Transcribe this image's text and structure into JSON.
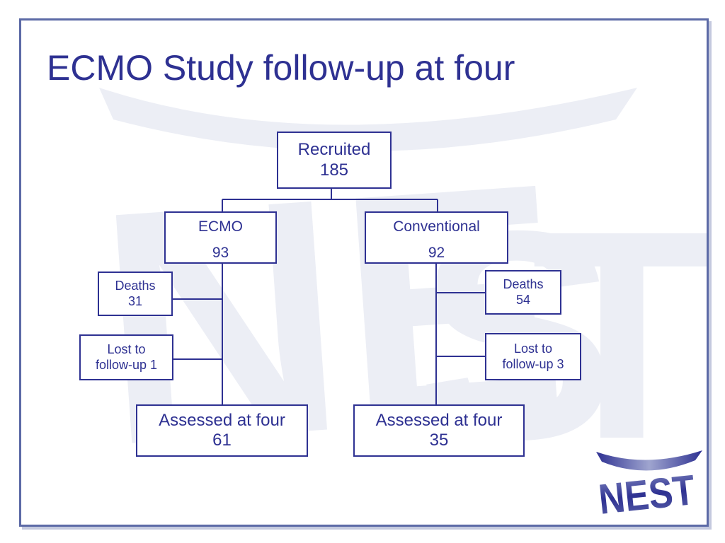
{
  "slide": {
    "title": "ECMO Study follow-up at four"
  },
  "flowchart": {
    "recruited": {
      "label": "Recruited",
      "value": "185"
    },
    "ecmo": {
      "label": "ECMO",
      "value": "93",
      "deaths": {
        "label": "Deaths",
        "value": "31"
      },
      "lost": {
        "label": "Lost to",
        "label2": "follow-up 1"
      },
      "assessed": {
        "label": "Assessed at four",
        "value": "61"
      }
    },
    "conventional": {
      "label": "Conventional",
      "value": "92",
      "deaths": {
        "label": "Deaths",
        "value": "54"
      },
      "lost": {
        "label": "Lost to",
        "label2": "follow-up 3"
      },
      "assessed": {
        "label": "Assessed at four",
        "value": "35"
      }
    }
  },
  "logo": {
    "text": "NEST"
  },
  "colors": {
    "primary": "#2e3192",
    "frame": "#5c6aa6",
    "watermark": "#e9ebf3"
  }
}
